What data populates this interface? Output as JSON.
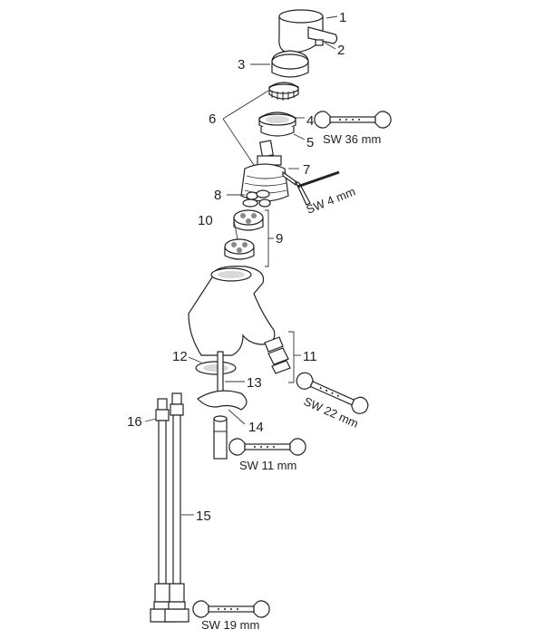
{
  "parts": [
    {
      "id": "1",
      "label": "1"
    },
    {
      "id": "2",
      "label": "2"
    },
    {
      "id": "3",
      "label": "3"
    },
    {
      "id": "4",
      "label": "4"
    },
    {
      "id": "5",
      "label": "5"
    },
    {
      "id": "6",
      "label": "6"
    },
    {
      "id": "7",
      "label": "7"
    },
    {
      "id": "8",
      "label": "8"
    },
    {
      "id": "9",
      "label": "9"
    },
    {
      "id": "10",
      "label": "10"
    },
    {
      "id": "11",
      "label": "11"
    },
    {
      "id": "12",
      "label": "12"
    },
    {
      "id": "13",
      "label": "13"
    },
    {
      "id": "14",
      "label": "14"
    },
    {
      "id": "15",
      "label": "15"
    },
    {
      "id": "16",
      "label": "16"
    }
  ],
  "wrenches": [
    {
      "id": "sw36",
      "label": "SW 36 mm"
    },
    {
      "id": "sw4",
      "label": "SW 4 mm"
    },
    {
      "id": "sw22",
      "label": "SW 22 mm"
    },
    {
      "id": "sw11",
      "label": "SW 11 mm"
    },
    {
      "id": "sw19",
      "label": "SW 19 mm"
    }
  ]
}
